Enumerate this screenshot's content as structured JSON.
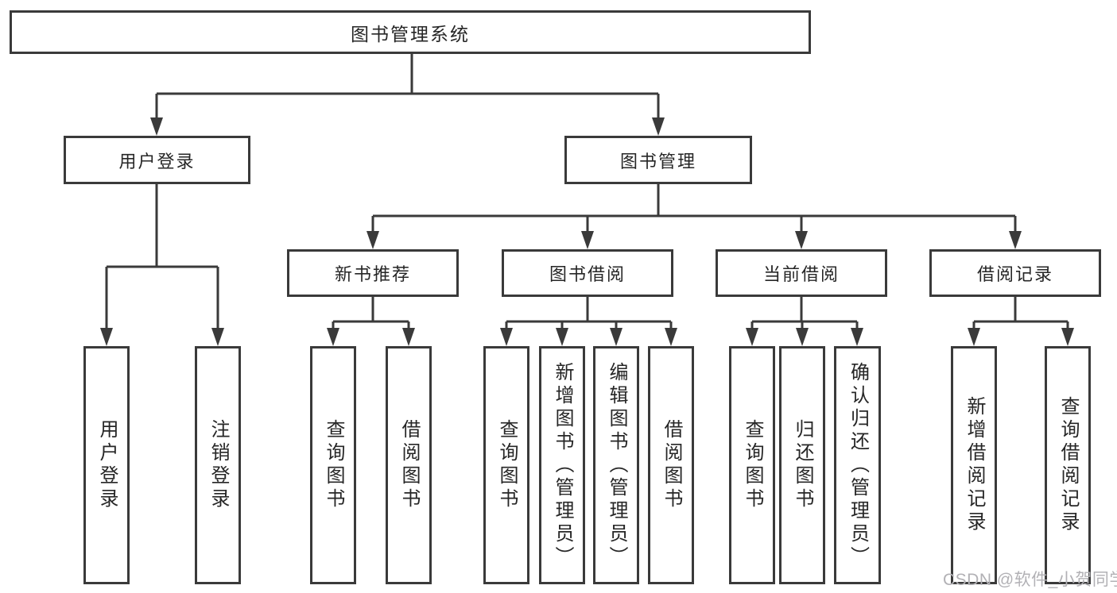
{
  "tree": {
    "root": {
      "label": "图书管理系统"
    },
    "children": [
      {
        "label": "用户登录",
        "children": [
          {
            "label": "用户登录"
          },
          {
            "label": "注销登录"
          }
        ]
      },
      {
        "label": "图书管理",
        "children": [
          {
            "label": "新书推荐",
            "children": [
              {
                "label": "查询图书"
              },
              {
                "label": "借阅图书"
              }
            ]
          },
          {
            "label": "图书借阅",
            "children": [
              {
                "label": "查询图书"
              },
              {
                "label": "新增图书（管理员）"
              },
              {
                "label": "编辑图书（管理员）"
              },
              {
                "label": "借阅图书"
              }
            ]
          },
          {
            "label": "当前借阅",
            "children": [
              {
                "label": "查询图书"
              },
              {
                "label": "归还图书"
              },
              {
                "label": "确认归还（管理员）"
              }
            ]
          },
          {
            "label": "借阅记录",
            "children": [
              {
                "label": "新增借阅记录"
              },
              {
                "label": "查询借阅记录"
              }
            ]
          }
        ]
      }
    ]
  },
  "watermark": {
    "text": "CSDN @软件_小贺同学",
    "color": "#b2b1b5"
  },
  "colors": {
    "line": "#3a3a3a",
    "box_border": "#3a3a3a",
    "background": "#ffffff"
  }
}
